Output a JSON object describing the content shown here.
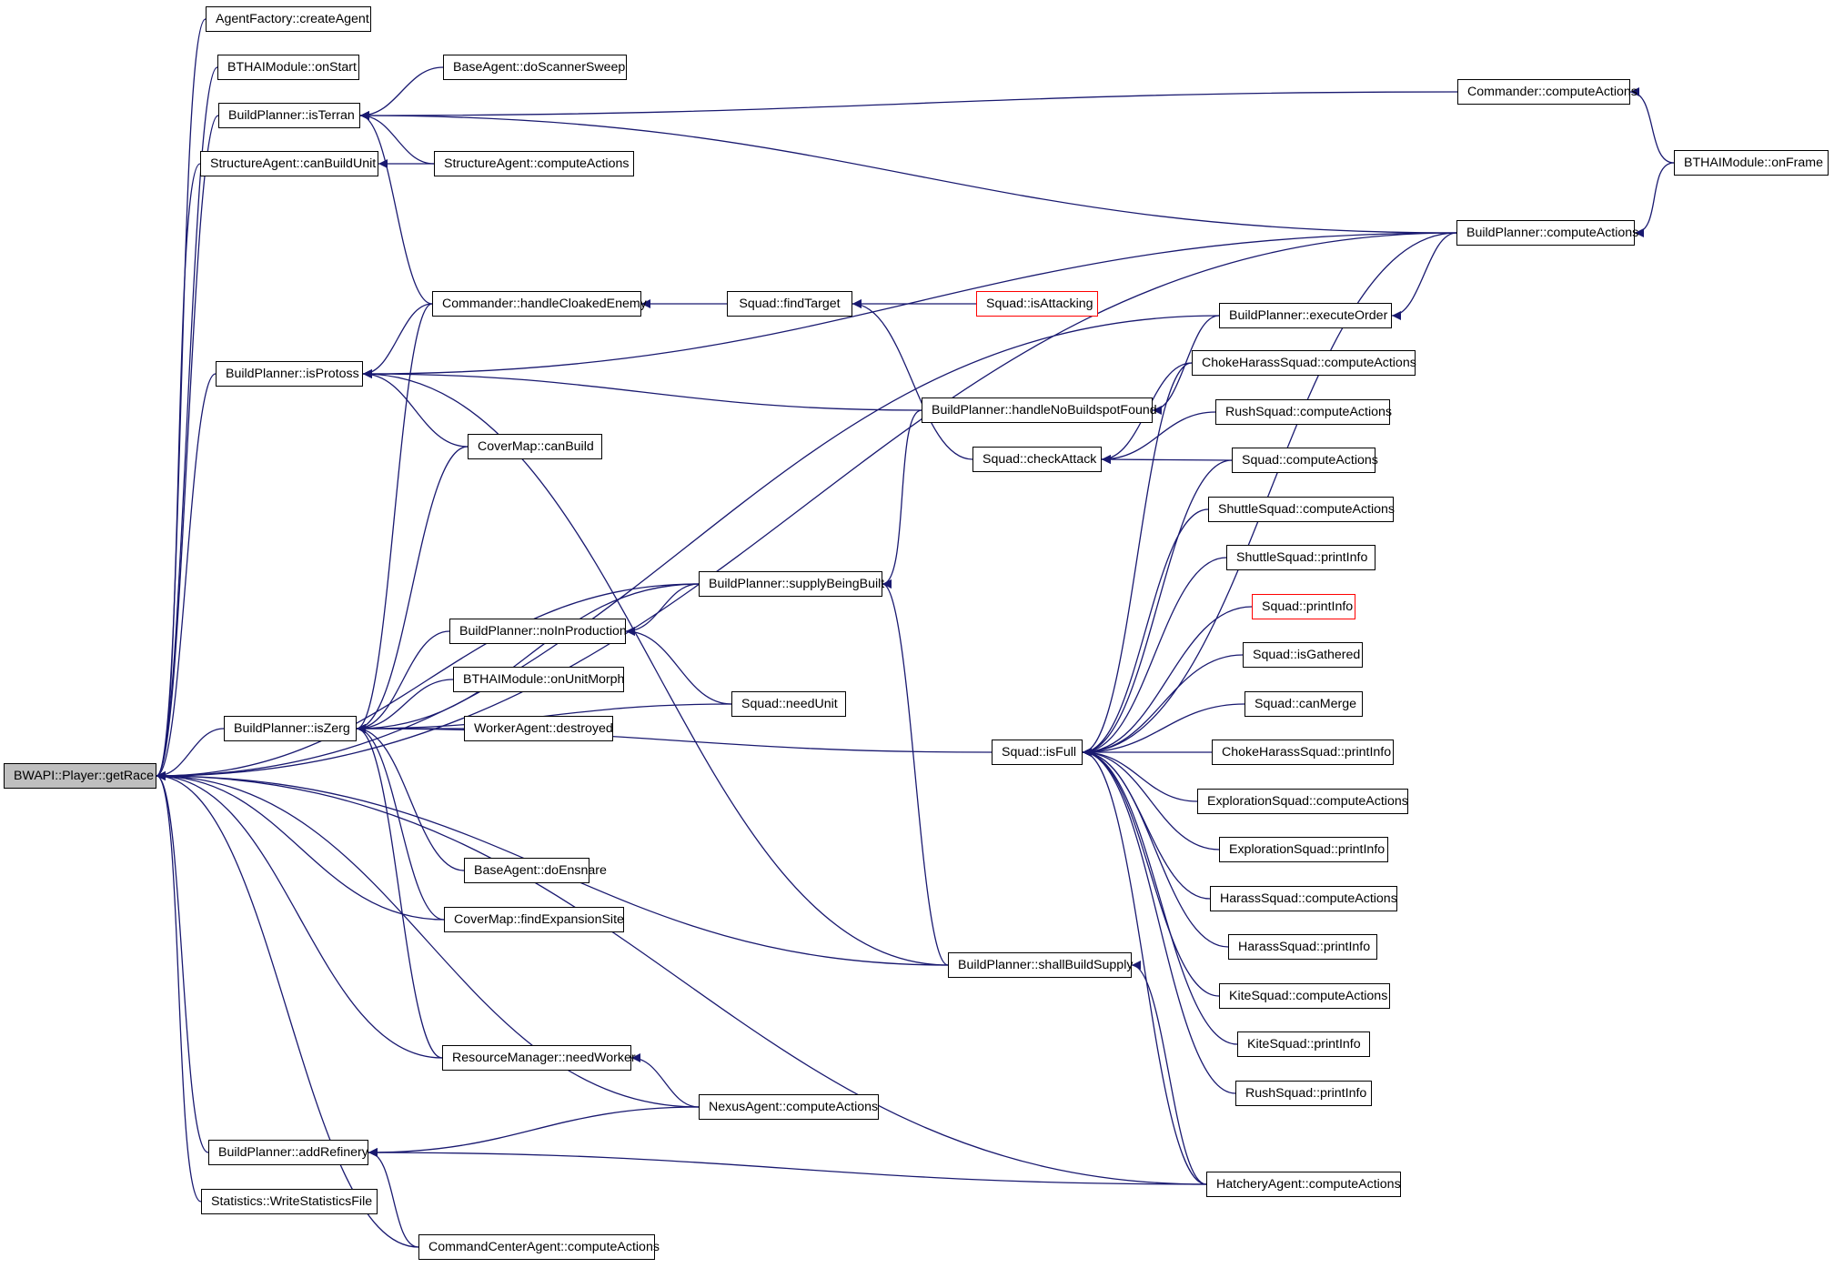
{
  "nodes": {
    "root": "BWAPI::Player::getRace",
    "af_createAgent": "AgentFactory::createAgent",
    "bthai_onStart": "BTHAIModule::onStart",
    "bp_isTerran": "BuildPlanner::isTerran",
    "sa_canBuildUnit": "StructureAgent::canBuildUnit",
    "bp_isProtoss": "BuildPlanner::isProtoss",
    "bp_isZerg": "BuildPlanner::isZerg",
    "bp_addRefinery": "BuildPlanner::addRefinery",
    "stats_write": "Statistics::WriteStatisticsFile",
    "ba_doScannerSweep": "BaseAgent::doScannerSweep",
    "sa_computeActions": "StructureAgent::computeActions",
    "cmd_handleCloaked": "Commander::handleCloakedEnemy",
    "cm_canBuild": "CoverMap::canBuild",
    "bp_supplyBeingBuilt": "BuildPlanner::supplyBeingBuilt",
    "bp_noInProduction": "BuildPlanner::noInProduction",
    "bthai_onUnitMorph": "BTHAIModule::onUnitMorph",
    "wa_destroyed": "WorkerAgent::destroyed",
    "ba_doEnsnare": "BaseAgent::doEnsnare",
    "cm_findExpansion": "CoverMap::findExpansionSite",
    "rm_needWorker": "ResourceManager::needWorker",
    "nexus_compute": "NexusAgent::computeActions",
    "cca_compute": "CommandCenterAgent::computeActions",
    "sq_findTarget": "Squad::findTarget",
    "sq_needUnit": "Squad::needUnit",
    "sq_isAttacking": "Squad::isAttacking",
    "bp_handleNoBuildspot": "BuildPlanner::handleNoBuildspotFound",
    "sq_checkAttack": "Squad::checkAttack",
    "sq_isFull": "Squad::isFull",
    "bp_shallBuildSupply": "BuildPlanner::shallBuildSupply",
    "cmd_compute": "Commander::computeActions",
    "bp_compute": "BuildPlanner::computeActions",
    "bthai_onFrame": "BTHAIModule::onFrame",
    "bp_executeOrder": "BuildPlanner::executeOrder",
    "chs_compute": "ChokeHarassSquad::computeActions",
    "rs_compute": "RushSquad::computeActions",
    "sq_compute": "Squad::computeActions",
    "shs_compute": "ShuttleSquad::computeActions",
    "shs_printInfo": "ShuttleSquad::printInfo",
    "sq_printInfo": "Squad::printInfo",
    "sq_isGathered": "Squad::isGathered",
    "sq_canMerge": "Squad::canMerge",
    "chs_printInfo": "ChokeHarassSquad::printInfo",
    "es_compute": "ExplorationSquad::computeActions",
    "es_printInfo": "ExplorationSquad::printInfo",
    "hs_compute": "HarassSquad::computeActions",
    "hs_printInfo": "HarassSquad::printInfo",
    "ks_compute": "KiteSquad::computeActions",
    "ks_printInfo": "KiteSquad::printInfo",
    "rs_printInfo": "RushSquad::printInfo",
    "hatch_compute": "HatcheryAgent::computeActions"
  },
  "colors": {
    "edge": "#191970",
    "node_border": "#000000",
    "node_fill": "#ffffff",
    "root_fill": "#bfbfbf",
    "truncated_border": "#ff0000"
  },
  "truncated_nodes": [
    "sq_isAttacking",
    "sq_printInfo"
  ],
  "edges": [
    [
      "af_createAgent",
      "root"
    ],
    [
      "bthai_onStart",
      "root"
    ],
    [
      "bp_isTerran",
      "root"
    ],
    [
      "sa_canBuildUnit",
      "root"
    ],
    [
      "bp_compute",
      "root"
    ],
    [
      "bp_isProtoss",
      "root"
    ],
    [
      "bp_executeOrder",
      "root"
    ],
    [
      "bp_supplyBeingBuilt",
      "root"
    ],
    [
      "bp_isZerg",
      "root"
    ],
    [
      "cm_findExpansion",
      "root"
    ],
    [
      "bp_shallBuildSupply",
      "root"
    ],
    [
      "hatch_compute",
      "root"
    ],
    [
      "rm_needWorker",
      "root"
    ],
    [
      "nexus_compute",
      "root"
    ],
    [
      "bp_addRefinery",
      "root"
    ],
    [
      "stats_write",
      "root"
    ],
    [
      "cca_compute",
      "root"
    ],
    [
      "cmd_compute",
      "bp_isTerran"
    ],
    [
      "ba_doScannerSweep",
      "bp_isTerran"
    ],
    [
      "bp_compute",
      "bp_isTerran"
    ],
    [
      "sa_computeActions",
      "bp_isTerran"
    ],
    [
      "cmd_handleCloaked",
      "bp_isTerran"
    ],
    [
      "sa_computeActions",
      "sa_canBuildUnit"
    ],
    [
      "bp_compute",
      "bp_isProtoss"
    ],
    [
      "cmd_handleCloaked",
      "bp_isProtoss"
    ],
    [
      "bp_handleNoBuildspot",
      "bp_isProtoss"
    ],
    [
      "cm_canBuild",
      "bp_isProtoss"
    ],
    [
      "bp_shallBuildSupply",
      "bp_isProtoss"
    ],
    [
      "cmd_handleCloaked",
      "bp_isZerg"
    ],
    [
      "cm_canBuild",
      "bp_isZerg"
    ],
    [
      "bp_supplyBeingBuilt",
      "bp_isZerg"
    ],
    [
      "bp_noInProduction",
      "bp_isZerg"
    ],
    [
      "bthai_onUnitMorph",
      "bp_isZerg"
    ],
    [
      "wa_destroyed",
      "bp_isZerg"
    ],
    [
      "sq_needUnit",
      "bp_isZerg"
    ],
    [
      "sq_isFull",
      "bp_isZerg"
    ],
    [
      "ba_doEnsnare",
      "bp_isZerg"
    ],
    [
      "cm_findExpansion",
      "bp_isZerg"
    ],
    [
      "rm_needWorker",
      "bp_isZerg"
    ],
    [
      "nexus_compute",
      "bp_addRefinery"
    ],
    [
      "hatch_compute",
      "bp_addRefinery"
    ],
    [
      "cca_compute",
      "bp_addRefinery"
    ],
    [
      "nexus_compute",
      "rm_needWorker"
    ],
    [
      "sq_findTarget",
      "cmd_handleCloaked"
    ],
    [
      "sq_isAttacking",
      "sq_findTarget"
    ],
    [
      "sq_checkAttack",
      "sq_findTarget"
    ],
    [
      "bp_handleNoBuildspot",
      "bp_supplyBeingBuilt"
    ],
    [
      "bp_shallBuildSupply",
      "bp_supplyBeingBuilt"
    ],
    [
      "bp_supplyBeingBuilt",
      "bp_noInProduction"
    ],
    [
      "sq_needUnit",
      "bp_noInProduction"
    ],
    [
      "bp_executeOrder",
      "bp_handleNoBuildspot"
    ],
    [
      "chs_compute",
      "sq_checkAttack"
    ],
    [
      "rs_compute",
      "sq_checkAttack"
    ],
    [
      "sq_compute",
      "sq_checkAttack"
    ],
    [
      "chs_compute",
      "sq_isFull"
    ],
    [
      "sq_compute",
      "sq_isFull"
    ],
    [
      "shs_compute",
      "sq_isFull"
    ],
    [
      "shs_printInfo",
      "sq_isFull"
    ],
    [
      "sq_printInfo",
      "sq_isFull"
    ],
    [
      "sq_isGathered",
      "sq_isFull"
    ],
    [
      "sq_canMerge",
      "sq_isFull"
    ],
    [
      "chs_printInfo",
      "sq_isFull"
    ],
    [
      "es_compute",
      "sq_isFull"
    ],
    [
      "es_printInfo",
      "sq_isFull"
    ],
    [
      "hs_compute",
      "sq_isFull"
    ],
    [
      "hs_printInfo",
      "sq_isFull"
    ],
    [
      "ks_compute",
      "sq_isFull"
    ],
    [
      "ks_printInfo",
      "sq_isFull"
    ],
    [
      "rs_printInfo",
      "sq_isFull"
    ],
    [
      "hatch_compute",
      "sq_isFull"
    ],
    [
      "bp_compute",
      "sq_isFull"
    ],
    [
      "hatch_compute",
      "bp_shallBuildSupply"
    ],
    [
      "bthai_onFrame",
      "cmd_compute"
    ],
    [
      "bthai_onFrame",
      "bp_compute"
    ],
    [
      "bp_compute",
      "bp_executeOrder"
    ]
  ]
}
